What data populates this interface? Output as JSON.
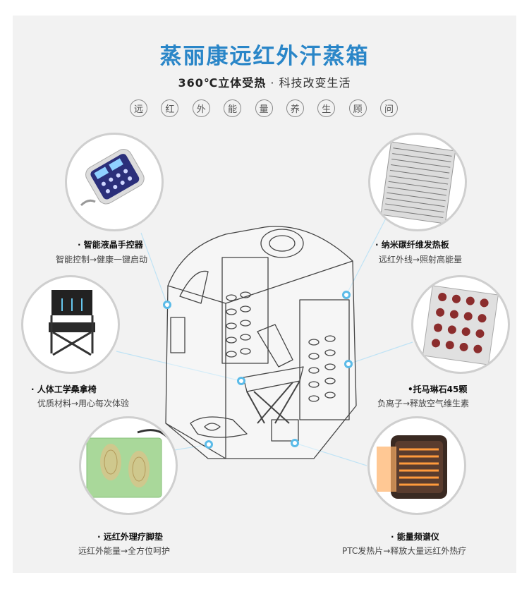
{
  "header": {
    "title": "蒸丽康远红外汗蒸箱",
    "subtitle_lead": "360℃立体受热",
    "subtitle_rest": "· 科技改变生活"
  },
  "pills": [
    "远",
    "红",
    "外",
    "能",
    "量",
    "养",
    "生",
    "顾",
    "问"
  ],
  "features": {
    "controller": {
      "title": "· 智能液晶手控器",
      "desc": "智能控制→健康一键启动"
    },
    "chair": {
      "title": "· 人体工学桑拿椅",
      "desc": "优质材料→用心每次体验"
    },
    "footpad": {
      "title": "· 远红外理疗脚垫",
      "desc": "远红外能量→全方位呵护"
    },
    "heater_board": {
      "title": "· 纳米碳纤维发热板",
      "desc": "远红外线→照射高能量"
    },
    "tourmaline": {
      "title": "•托马琳石45颗",
      "desc": "负离子→释放空气维生素"
    },
    "spectrum": {
      "title": "· 能量频谱仪",
      "desc": "PTC发热片→释放大量远红外热疗"
    }
  },
  "colors": {
    "accent": "#2a86c8",
    "connector": "#5bbbe8",
    "panel": "#f2f2f2"
  }
}
